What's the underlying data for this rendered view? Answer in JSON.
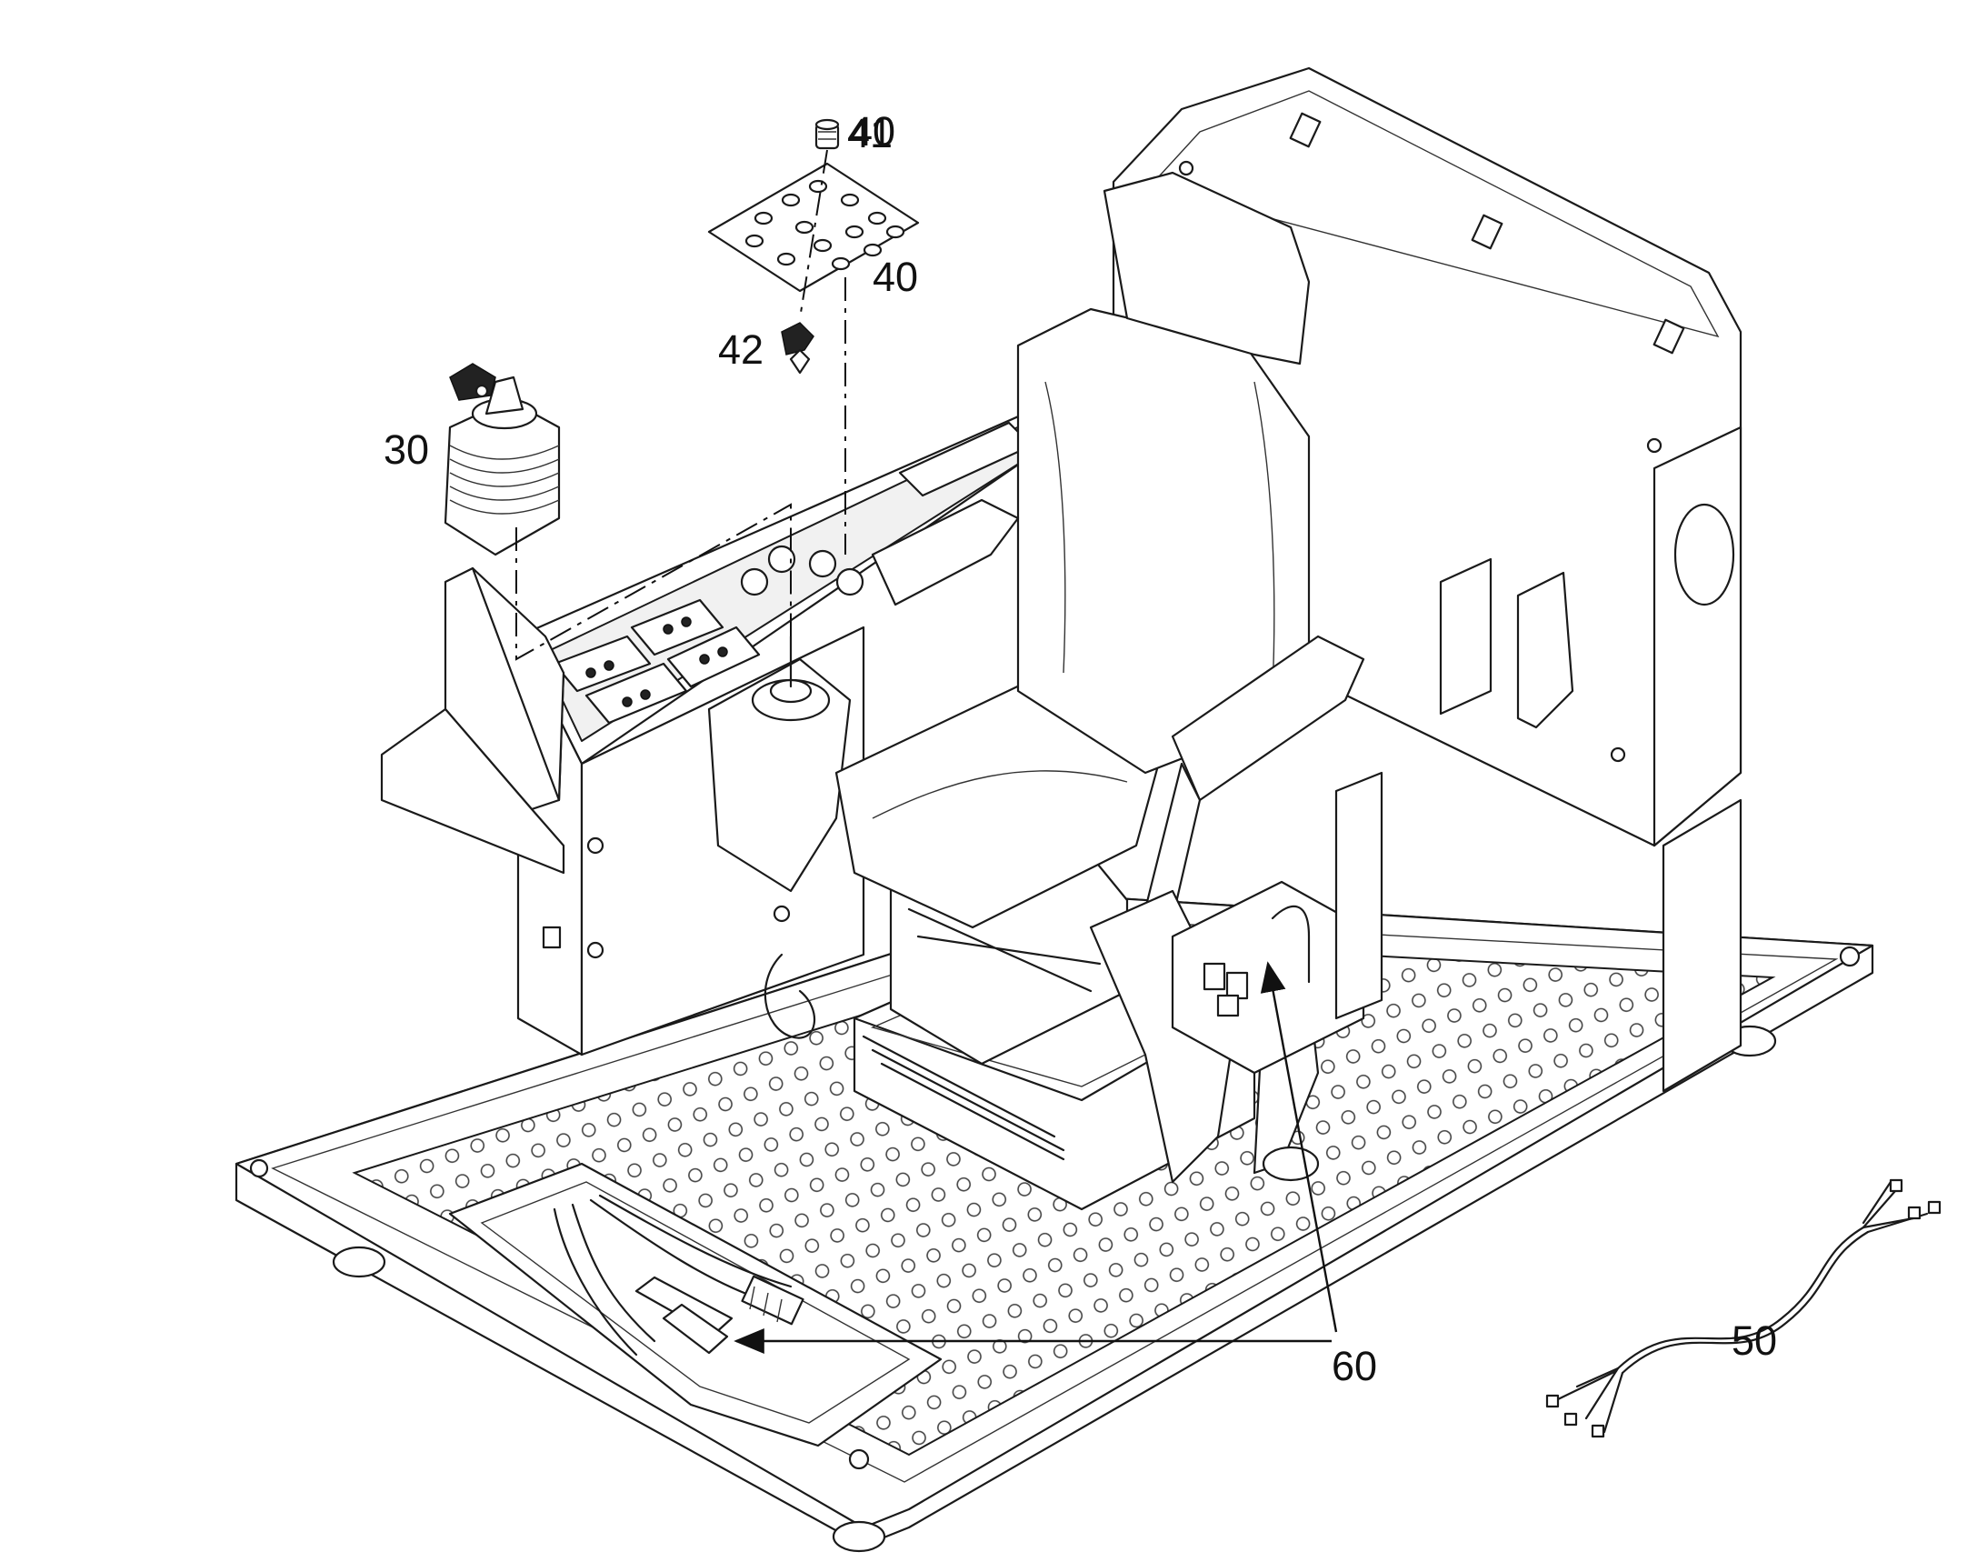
{
  "callouts": [
    {
      "id": "30",
      "label": "30"
    },
    {
      "id": "40",
      "label": "40"
    },
    {
      "id": "41",
      "label": "41"
    },
    {
      "id": "42",
      "label": "42"
    },
    {
      "id": "50",
      "label": "50"
    },
    {
      "id": "60",
      "label": "60"
    }
  ],
  "colors": {
    "line": "#1a1a1a",
    "fill": "#ffffff",
    "shade": "#f1f1f1"
  }
}
